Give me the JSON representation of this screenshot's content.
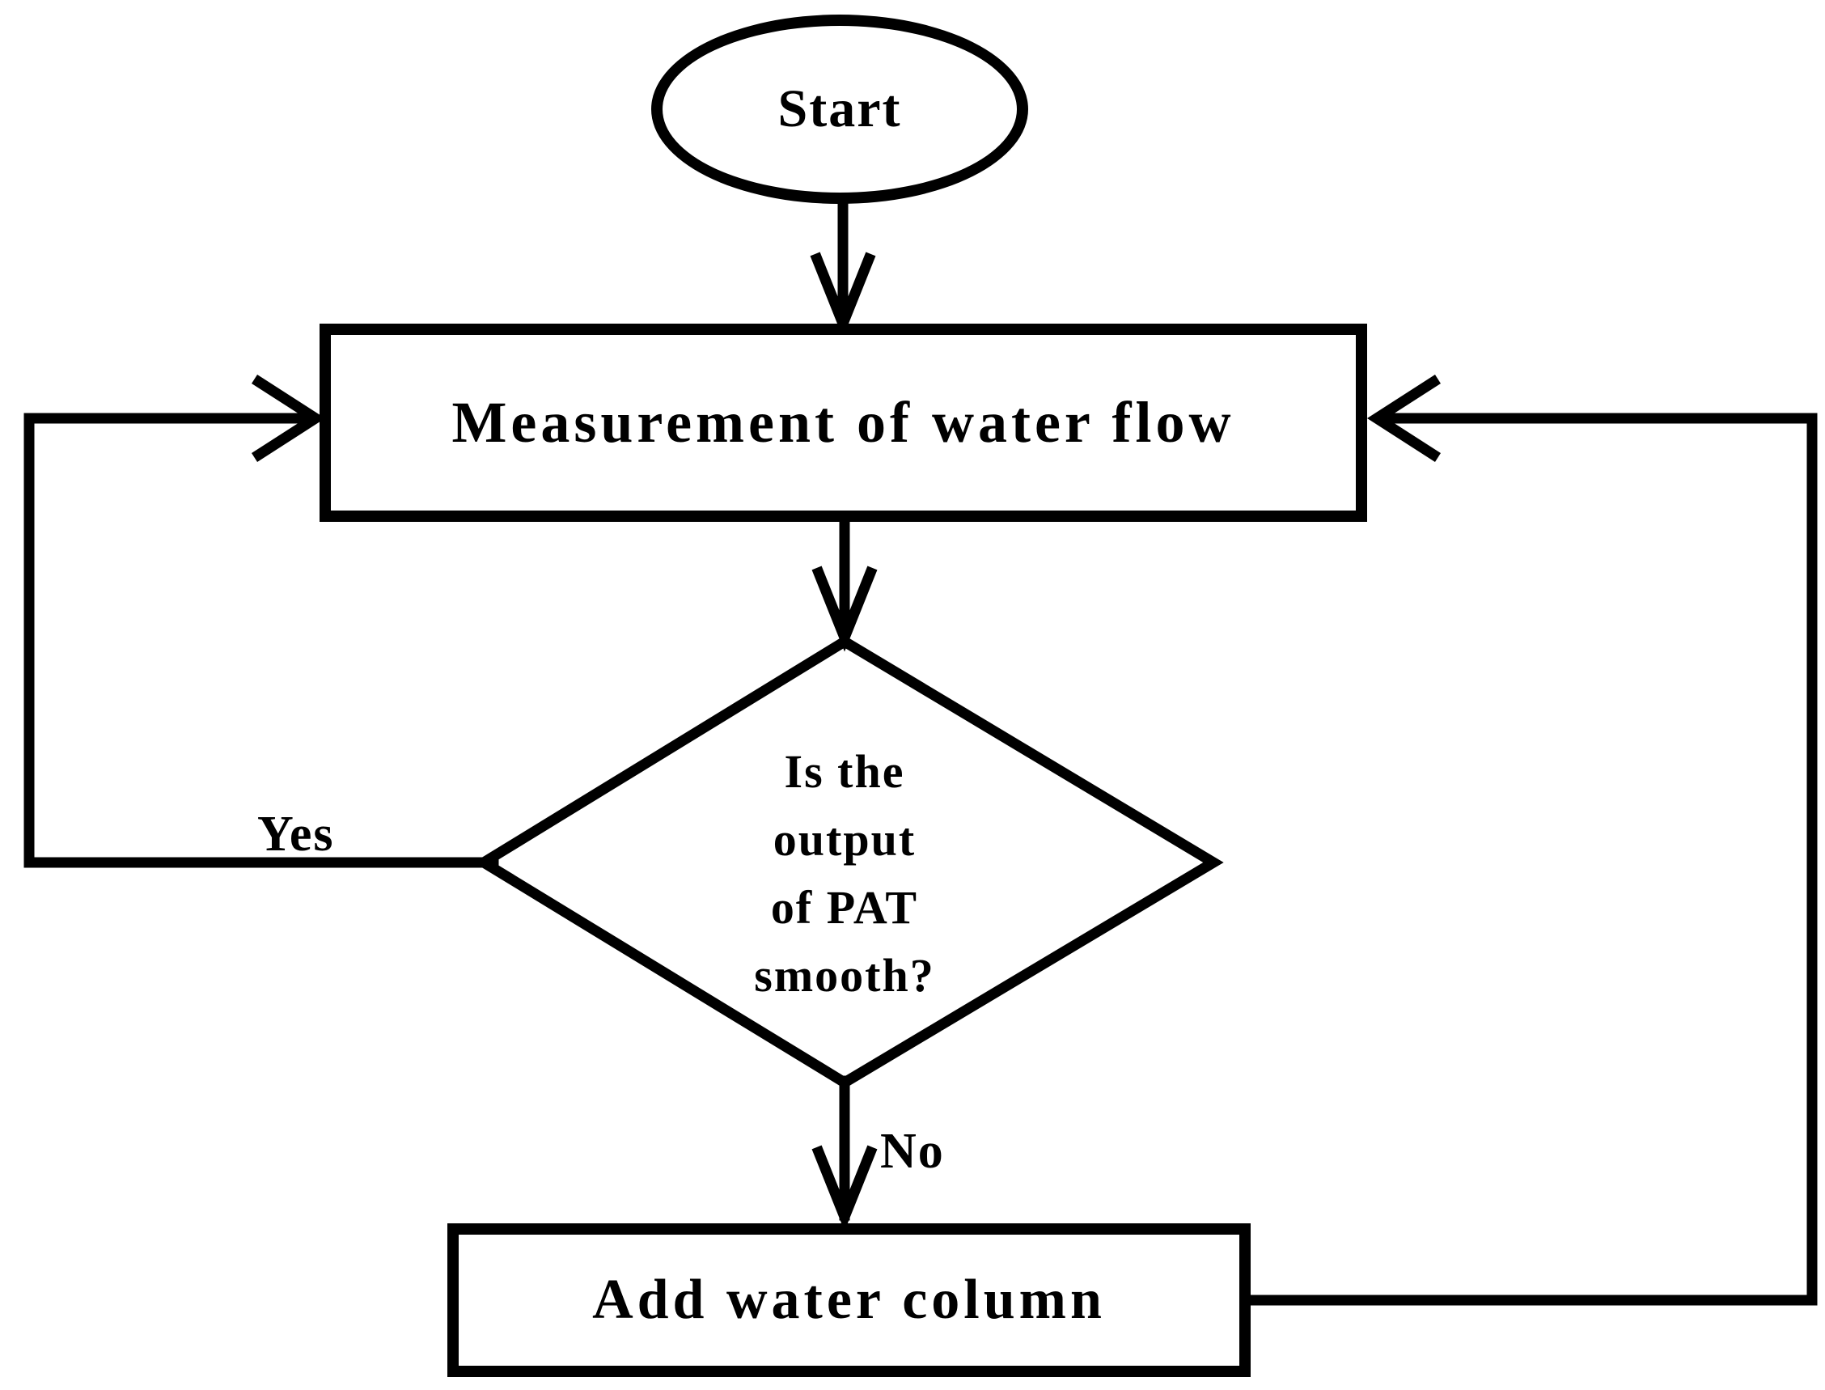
{
  "page": {
    "background_color": "#ffffff",
    "ink_color": "#000000"
  },
  "flowchart": {
    "start": {
      "type": "terminator",
      "label": "Start"
    },
    "measurement": {
      "type": "process",
      "label": "Measurement of water flow"
    },
    "decision": {
      "type": "decision",
      "lines": [
        "Is the",
        "output",
        "of PAT",
        "smooth?"
      ],
      "question": "Is the output of PAT smooth?"
    },
    "add_water": {
      "type": "process",
      "label": "Add water column"
    },
    "branches": {
      "yes": "Yes",
      "no": "No"
    }
  }
}
